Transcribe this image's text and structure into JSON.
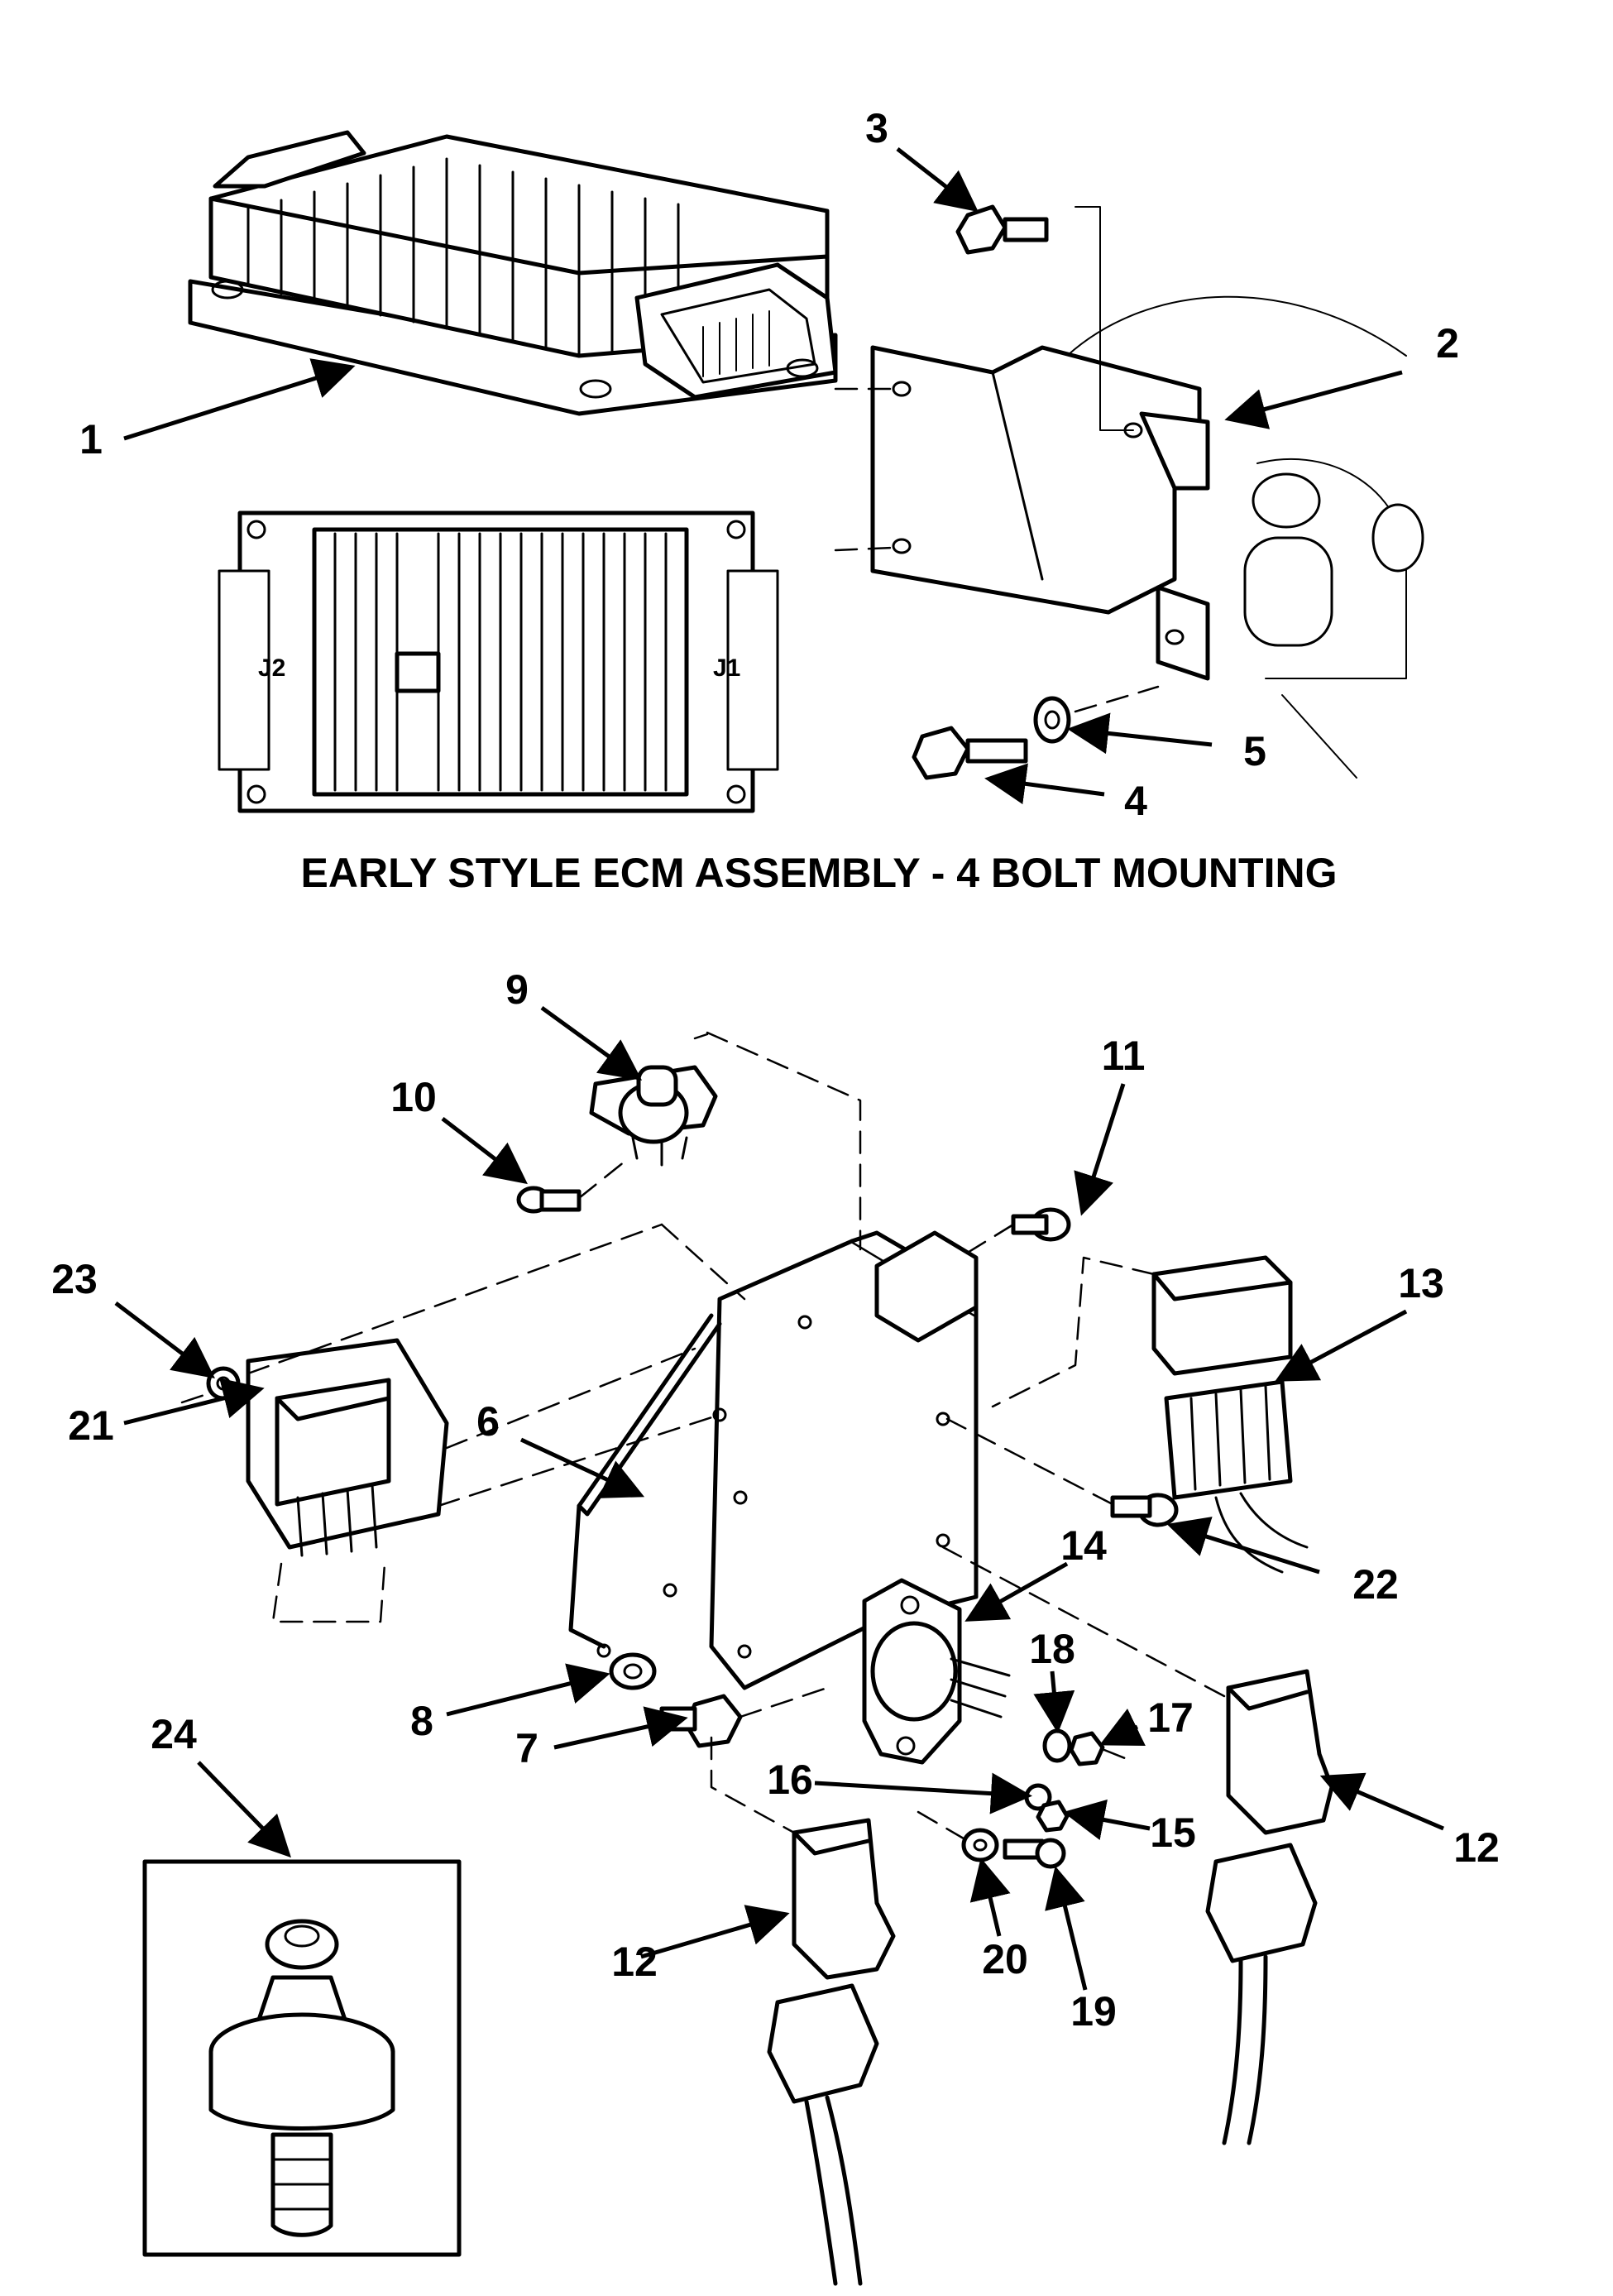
{
  "section_title": "EARLY STYLE ECM ASSEMBLY - 4 BOLT MOUNTING",
  "connector_labels": {
    "left": "J2",
    "right": "J1"
  },
  "callouts": [
    "1",
    "2",
    "3",
    "4",
    "5",
    "6",
    "7",
    "8",
    "9",
    "10",
    "11",
    "12",
    "12",
    "13",
    "14",
    "15",
    "16",
    "17",
    "18",
    "19",
    "20",
    "21",
    "22",
    "23",
    "24"
  ],
  "colors": {
    "line": "#000000",
    "background": "#ffffff"
  }
}
